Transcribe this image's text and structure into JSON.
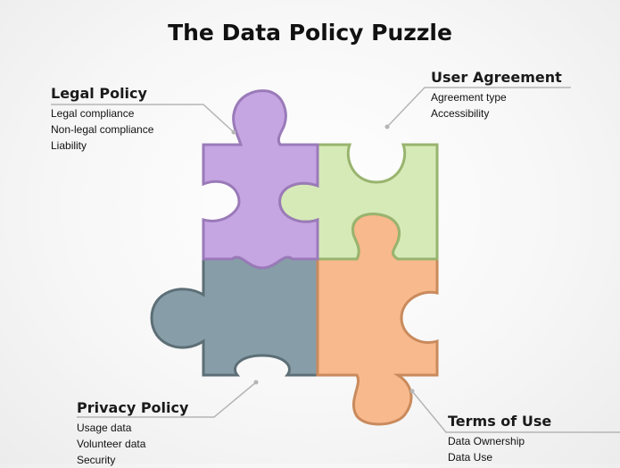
{
  "title": "The Data Policy Puzzle",
  "callouts": {
    "legal": {
      "heading": "Legal Policy",
      "items": [
        "Legal compliance",
        "Non-legal compliance",
        "Liability"
      ]
    },
    "user": {
      "heading": "User Agreement",
      "items": [
        "Agreement type",
        "Accessibility"
      ]
    },
    "privacy": {
      "heading": "Privacy Policy",
      "items": [
        "Usage data",
        "Volunteer data",
        "Security"
      ]
    },
    "terms": {
      "heading": "Terms of Use",
      "items": [
        "Data Ownership",
        "Data Use"
      ]
    }
  },
  "colors": {
    "legal_piece": "#c6a5e3",
    "user_piece": "#d6eab8",
    "privacy_piece": "#879ea8",
    "terms_piece": "#f8b98c"
  }
}
